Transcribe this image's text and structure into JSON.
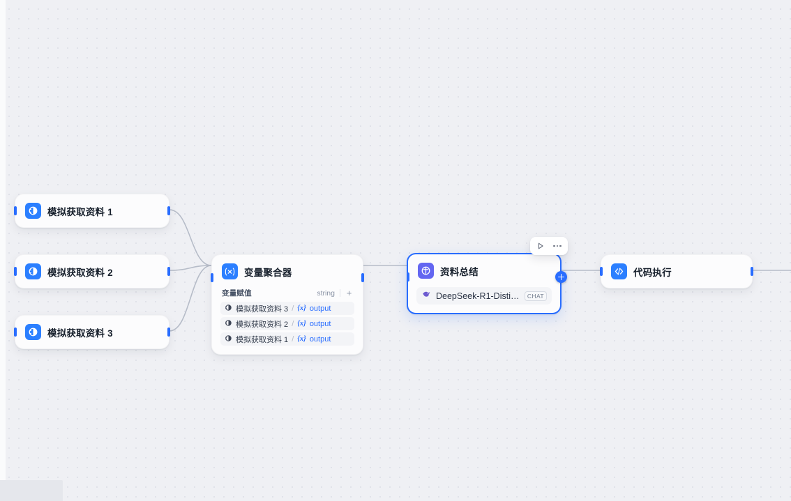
{
  "canvas": {
    "background_color": "#eff0f4",
    "dot_color": "#e0e2e9",
    "accent_color": "#296dff",
    "llm_accent_color": "#6366f1"
  },
  "nodes": [
    {
      "id": "src1",
      "title": "模拟获取资料 1",
      "icon": "tool-split-circle-icon",
      "icon_color": "#2b7fff",
      "type": "tool"
    },
    {
      "id": "src2",
      "title": "模拟获取资料 2",
      "icon": "tool-split-circle-icon",
      "icon_color": "#2b7fff",
      "type": "tool"
    },
    {
      "id": "src3",
      "title": "模拟获取资料 3",
      "icon": "tool-split-circle-icon",
      "icon_color": "#2b7fff",
      "type": "tool"
    }
  ],
  "aggregator": {
    "title": "变量聚合器",
    "icon": "variable-x-icon",
    "icon_color": "#2b7fff",
    "assign_label": "变量赋值",
    "output_type": "string",
    "add_label": "+",
    "variables": [
      {
        "node": "模拟获取资料 3",
        "separator": "/",
        "var_prefix": "{x}",
        "var_name": "output"
      },
      {
        "node": "模拟获取资料 2",
        "separator": "/",
        "var_prefix": "{x}",
        "var_name": "output"
      },
      {
        "node": "模拟获取资料 1",
        "separator": "/",
        "var_prefix": "{x}",
        "var_name": "output"
      }
    ]
  },
  "llm": {
    "title": "资料总结",
    "icon": "llm-circle-icon",
    "icon_color": "#6366f1",
    "selected": true,
    "model_name": "DeepSeek-R1-Distill-...",
    "model_badge": "CHAT",
    "model_icon": "deepseek-whale-icon",
    "toolbar": {
      "run_label": "run-icon",
      "more_label": "more-icon"
    }
  },
  "code_node": {
    "title": "代码执行",
    "icon": "code-brackets-icon",
    "icon_color": "#2b7fff"
  }
}
